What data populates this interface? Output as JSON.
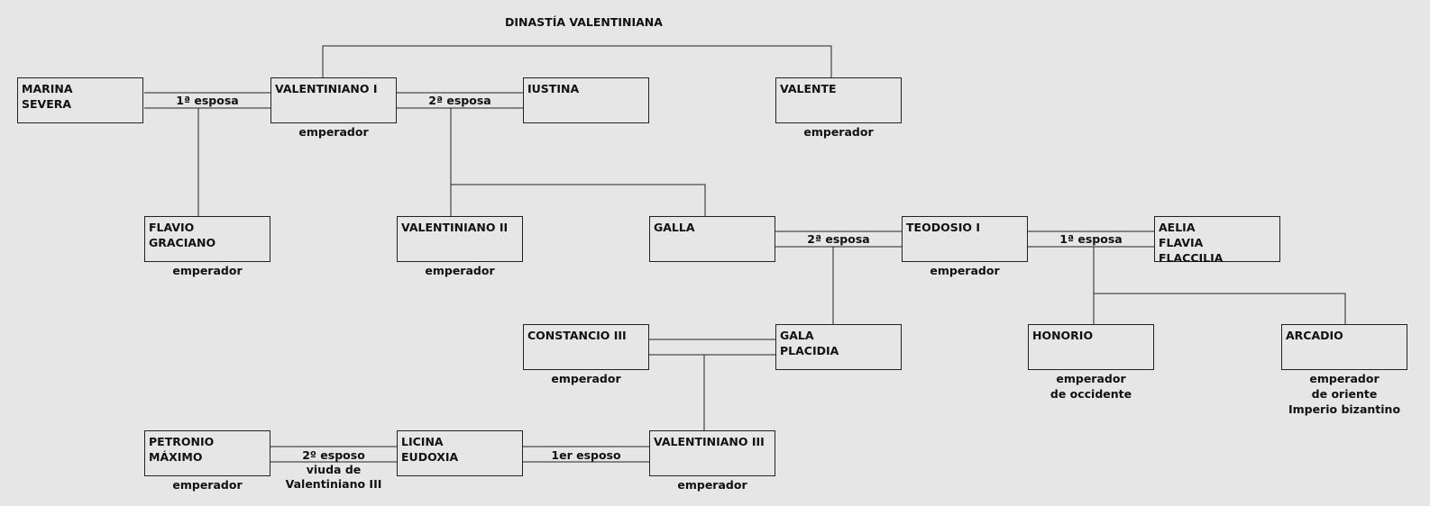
{
  "title": "DINASTÍA VALENTINIANA",
  "persons": {
    "marina": "MARINA\nSEVERA",
    "valentiniano1": "VALENTINIANO I",
    "iustina": "IUSTINA",
    "valente": "VALENTE",
    "graciano": "FLAVIO\nGRACIANO",
    "valentiniano2": "VALENTINIANO II",
    "galla": "GALLA",
    "teodosio": "TEODOSIO I",
    "aelia": "AELIA\nFLAVIA\nFLACCILIA",
    "constancio": "CONSTANCIO III",
    "gala_placidia": "GALA\nPLACIDIA",
    "honorio": "HONORIO",
    "arcadio": "ARCADIO",
    "petronio": "PETRONIO\nMÁXIMO",
    "licina": "LICINA\nEUDOXIA",
    "valentiniano3": "VALENTINIANO III"
  },
  "captions": {
    "valentiniano1": "emperador",
    "valente": "emperador",
    "graciano": "emperador",
    "valentiniano2": "emperador",
    "teodosio": "emperador",
    "constancio": "emperador",
    "honorio": "emperador\nde occidente",
    "arcadio": "emperador\nde oriente\nImperio bizantino",
    "petronio": "emperador",
    "valentiniano3": "emperador"
  },
  "marriages": {
    "marina_valentiniano1": "1ª esposa",
    "valentiniano1_iustina": "2ª esposa",
    "galla_teodosio": "2ª esposa",
    "teodosio_aelia": "1ª esposa",
    "petronio_licina": "2º esposo\nviuda de\nValentiniano III",
    "licina_valentiniano3": "1er esposo"
  }
}
